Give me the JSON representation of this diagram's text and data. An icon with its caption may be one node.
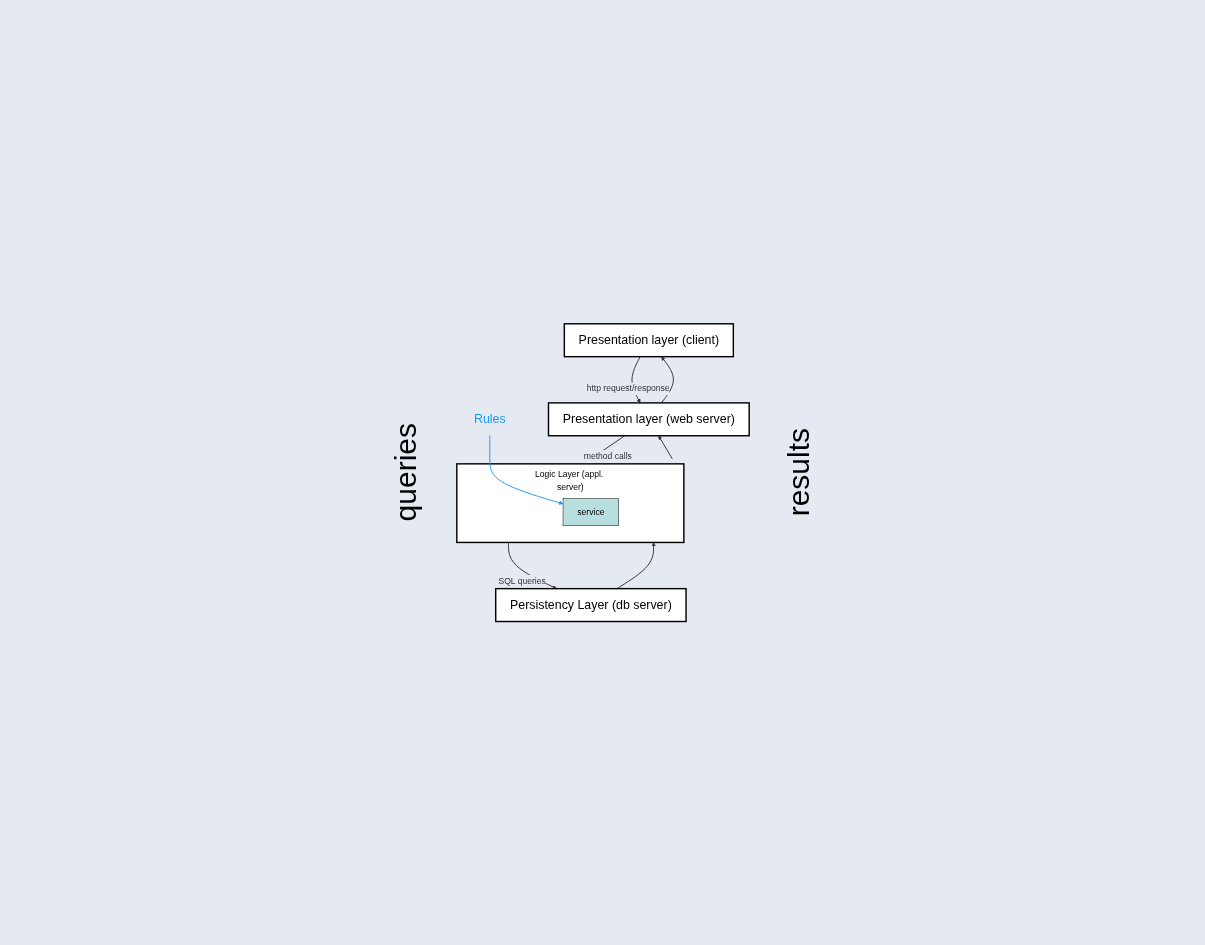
{
  "diagram": {
    "nodes": [
      {
        "text": [
          "Presentation layer (client)"
        ]
      },
      {
        "text": [
          "Presentation layer (web server)"
        ]
      },
      {
        "text": [
          "Logic Layer (appl. server)"
        ]
      },
      {
        "text": [
          "service"
        ],
        "in": 2
      },
      {
        "text": [
          "Rules"
        ]
      },
      {
        "text": [
          "Persistency Layer (db server)"
        ]
      }
    ],
    "edges": [
      {
        "from": 0,
        "to": 1,
        "arrow": "to",
        "label": "http request/response"
      },
      {
        "from": 1,
        "to": 0,
        "arrow": "to"
      },
      {
        "from": 1,
        "to": 2,
        "arrow": "to",
        "label": "method calls"
      },
      {
        "from": 2,
        "to": 1,
        "arrow": "to"
      },
      {
        "from": 2,
        "to": 5,
        "arrow": "to",
        "label": "SQL queries"
      },
      {
        "from": 5,
        "to": 2,
        "arrow": "to"
      },
      {
        "from": 4,
        "to": 3,
        "arrow": "to",
        "color": "#1a9bf0"
      }
    ],
    "labels": [
      "queries",
      "results"
    ]
  }
}
